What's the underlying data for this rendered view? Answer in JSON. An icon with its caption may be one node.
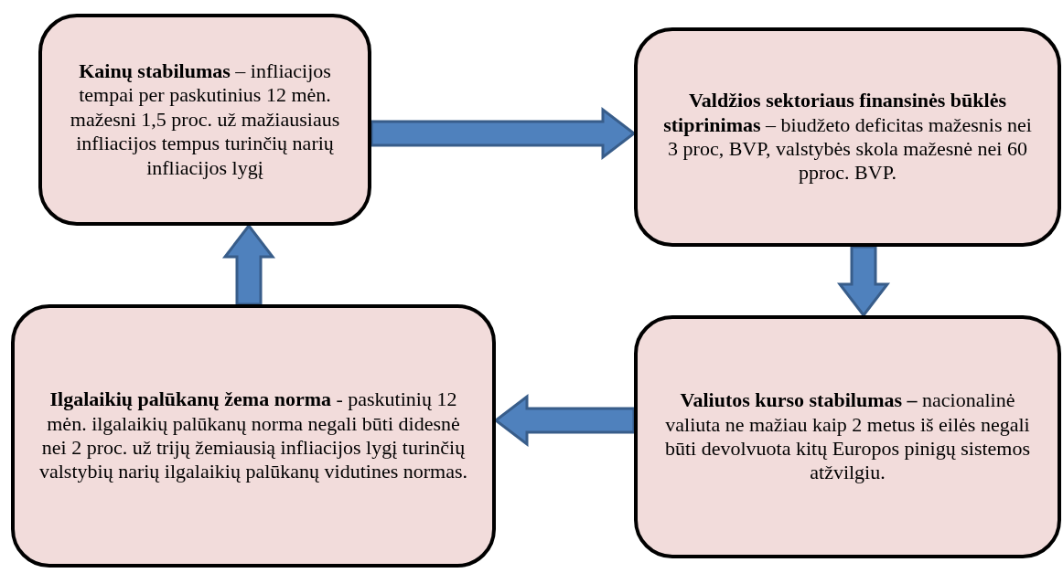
{
  "diagram": {
    "nodes": [
      {
        "text": [
          "**Kainų stabilumas** – infliacijos tempai per paskutinius 12 mėn. mažesni 1,5 proc. už mažiausiaus infliacijos tempus turinčių narių infliacijos lygį"
        ]
      },
      {
        "text": [
          "**Valdžios sektoriaus finansinės būklės stiprinimas** – biudžeto deficitas mažesnis nei 3 proc, BVP, valstybės skola mažesnė nei 60 pproc. BVP."
        ]
      },
      {
        "text": [
          "**Valiutos kurso stabilumas –** nacionalinė valiuta ne mažiau kaip 2 metus iš eilės negali būti devolvuota kitų Europos pinigų sistemos atžvilgiu."
        ]
      },
      {
        "text": [
          "**Ilgalaikių palūkanų žema norma** - paskutinių 12 mėn. ilgalaikių palūkanų norma negali būti didesnė nei 2 proc. už trijų žemiausią infliacijos lygį turinčių valstybių narių ilgalaikių palūkanų vidutines normas."
        ]
      }
    ],
    "edges": [
      {
        "from": 0,
        "to": 1,
        "arrow": "to"
      },
      {
        "from": 1,
        "to": 2,
        "arrow": "to"
      },
      {
        "from": 2,
        "to": 3,
        "arrow": "to"
      },
      {
        "from": 3,
        "to": 0,
        "arrow": "to"
      }
    ]
  }
}
